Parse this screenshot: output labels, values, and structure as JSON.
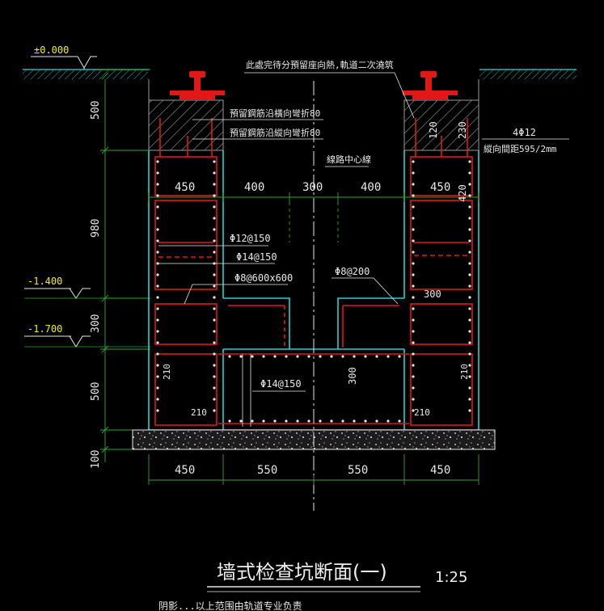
{
  "elevations": {
    "ground": "±0.000",
    "level_1": "-1.400",
    "level_2": "-1.700"
  },
  "left_dims": [
    "500",
    "980",
    "300",
    "500",
    "100"
  ],
  "top_dims": [
    "450",
    "400",
    "300",
    "400",
    "450"
  ],
  "bottom_dims": [
    "450",
    "550",
    "550",
    "450"
  ],
  "right_dims": [
    "120",
    "230",
    "420"
  ],
  "annotations": {
    "secondary_pour": "此處完待分預留座向熱,軌道二次澆筑",
    "rebar_bent_1": "預留鋼筋沿橫向彎折80",
    "rebar_bent_2": "預留鋼筋沿縱向彎折80",
    "track_centerline": "線路中心線",
    "rebar_4phi12": "4Φ12",
    "rebar_spacing": "縱向間距595/2mm",
    "phi12_150": "Φ12@150",
    "phi14_150_a": "Φ14@150",
    "phi8_600": "Φ8@600x600",
    "phi8_200": "Φ8@200",
    "phi14_150_b": "Φ14@150",
    "inner_300": "300",
    "inner_300_mid": "300",
    "dim_210_left": "210",
    "dim_210_right": "210",
    "dim_210_left_bottom": "210",
    "dim_210_right_bottom": "210"
  },
  "title": "墙式检查坑断面(一)",
  "scale": "1:25",
  "footnote": "阴影...以上范围由轨道专业负责"
}
